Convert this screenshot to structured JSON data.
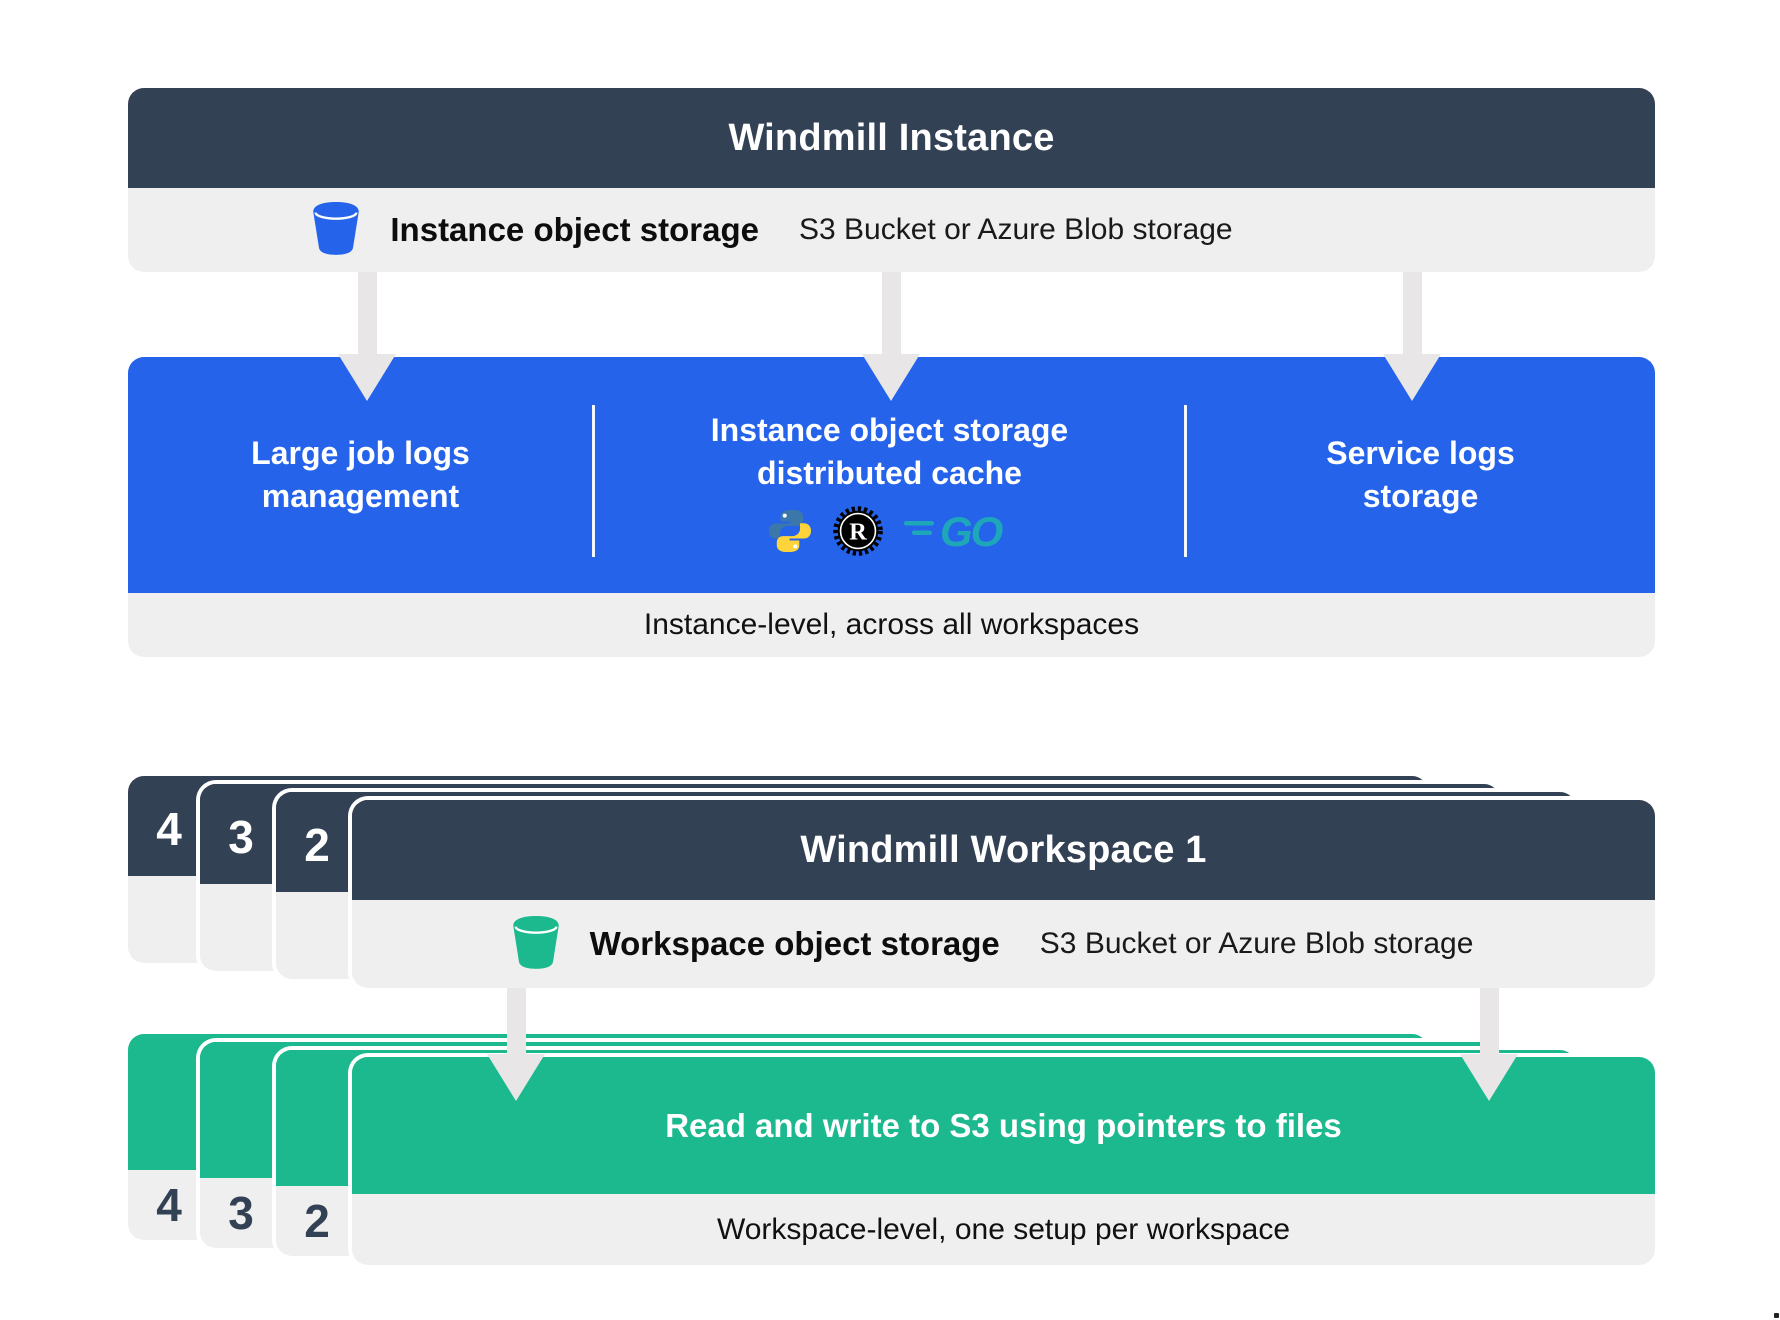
{
  "colors": {
    "slate": "#334155",
    "blue": "#2563EB",
    "green": "#1CB98E",
    "light_gray": "#EFEFEF",
    "arrow_gray": "#E8E6E6",
    "go_teal": "#1EA7B8",
    "python_blue": "#3B77A9",
    "python_yellow": "#FFD43B",
    "rust_black": "#000000"
  },
  "instance": {
    "title": "Windmill Instance",
    "storage": {
      "label": "Instance object storage",
      "sub": "S3 Bucket or Azure Blob storage"
    },
    "sections": [
      {
        "line1": "Large job logs",
        "line2": "management"
      },
      {
        "line1": "Instance object storage",
        "line2": "distributed cache"
      },
      {
        "line1": "Service logs",
        "line2": "storage"
      }
    ],
    "caption": "Instance-level, across all workspaces"
  },
  "workspace": {
    "numbers": [
      "4",
      "3",
      "2"
    ],
    "title": "Windmill Workspace 1",
    "storage": {
      "label": "Workspace object storage",
      "sub": "S3 Bucket or Azure Blob storage"
    },
    "action": "Read and write to S3 using pointers to files",
    "caption": "Workspace-level, one setup per workspace"
  },
  "icons": {
    "languages": [
      "python-icon",
      "rust-icon",
      "go-icon"
    ],
    "buckets": [
      "instance-bucket-icon",
      "workspace-bucket-icon"
    ]
  }
}
